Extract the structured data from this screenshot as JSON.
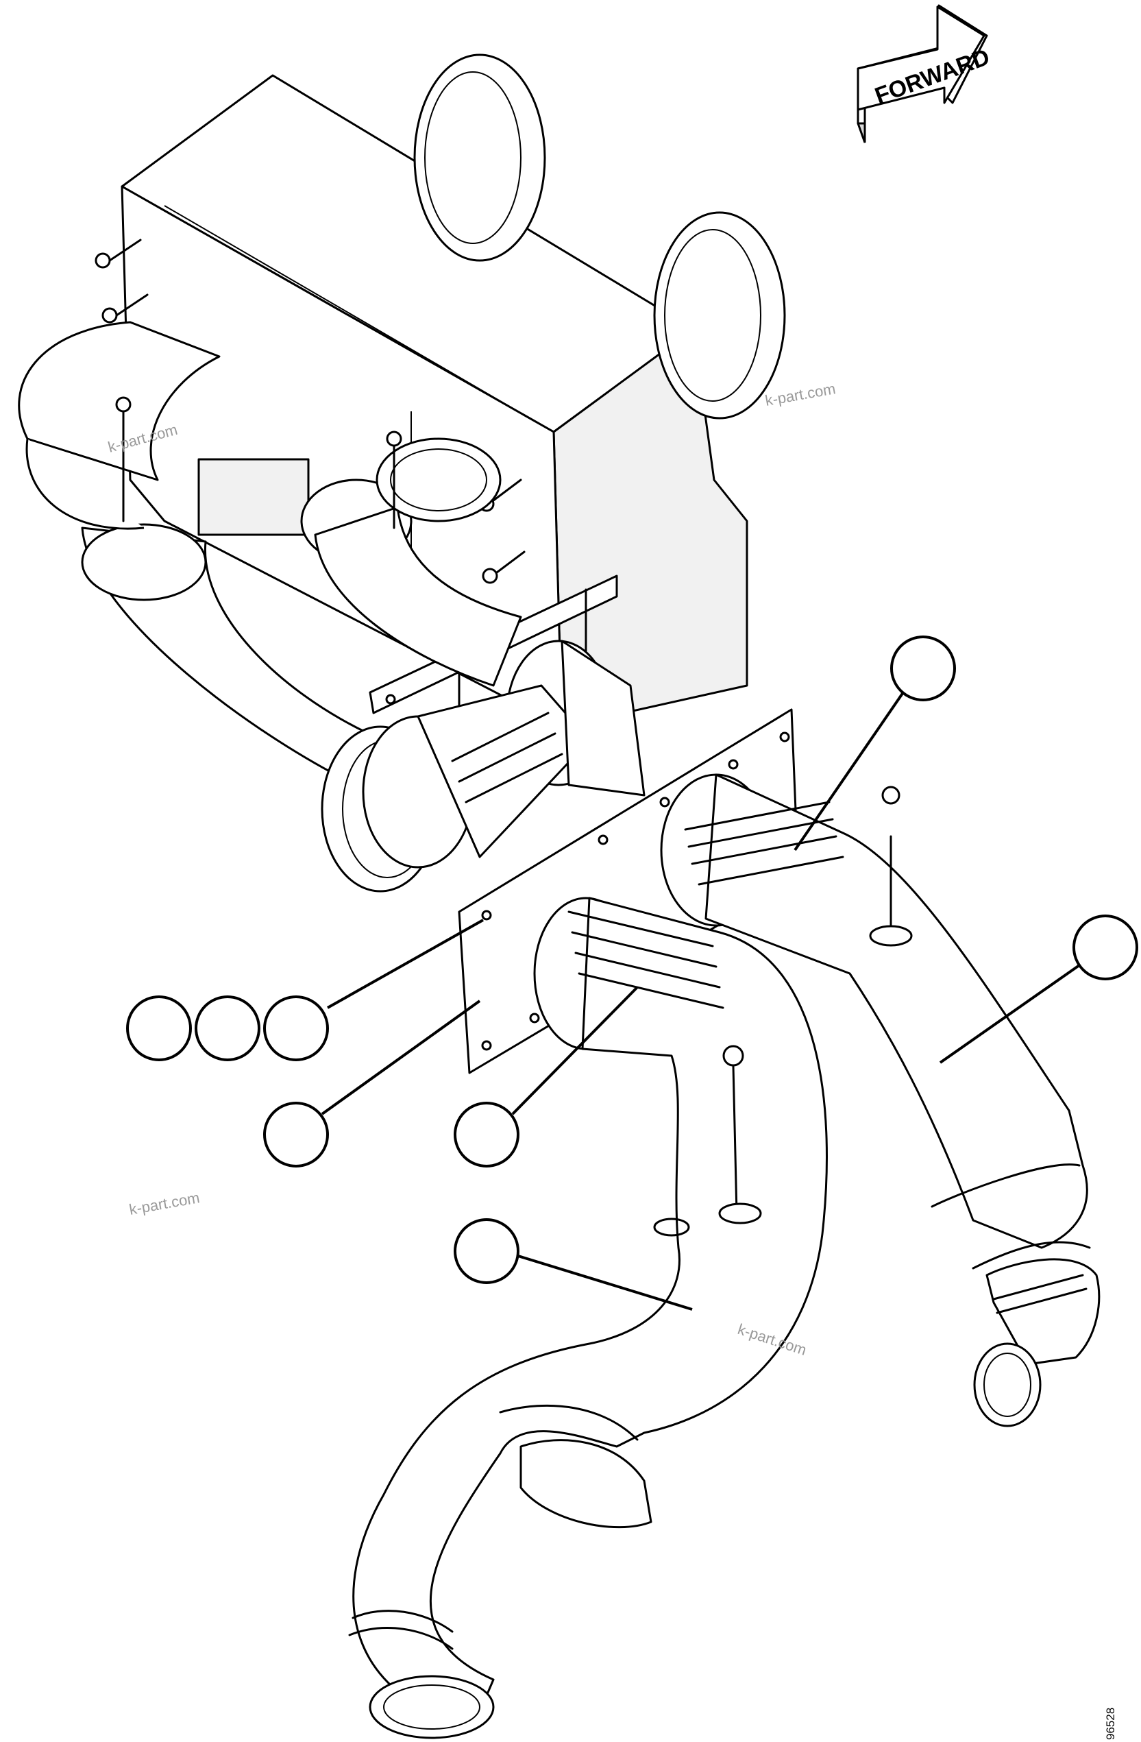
{
  "direction_label": "FORWARD",
  "watermarks": [
    "k-part.com",
    "k-part.com",
    "k-part.com",
    "k-part.com"
  ],
  "drawing_number": "96528",
  "callout_count": 8
}
